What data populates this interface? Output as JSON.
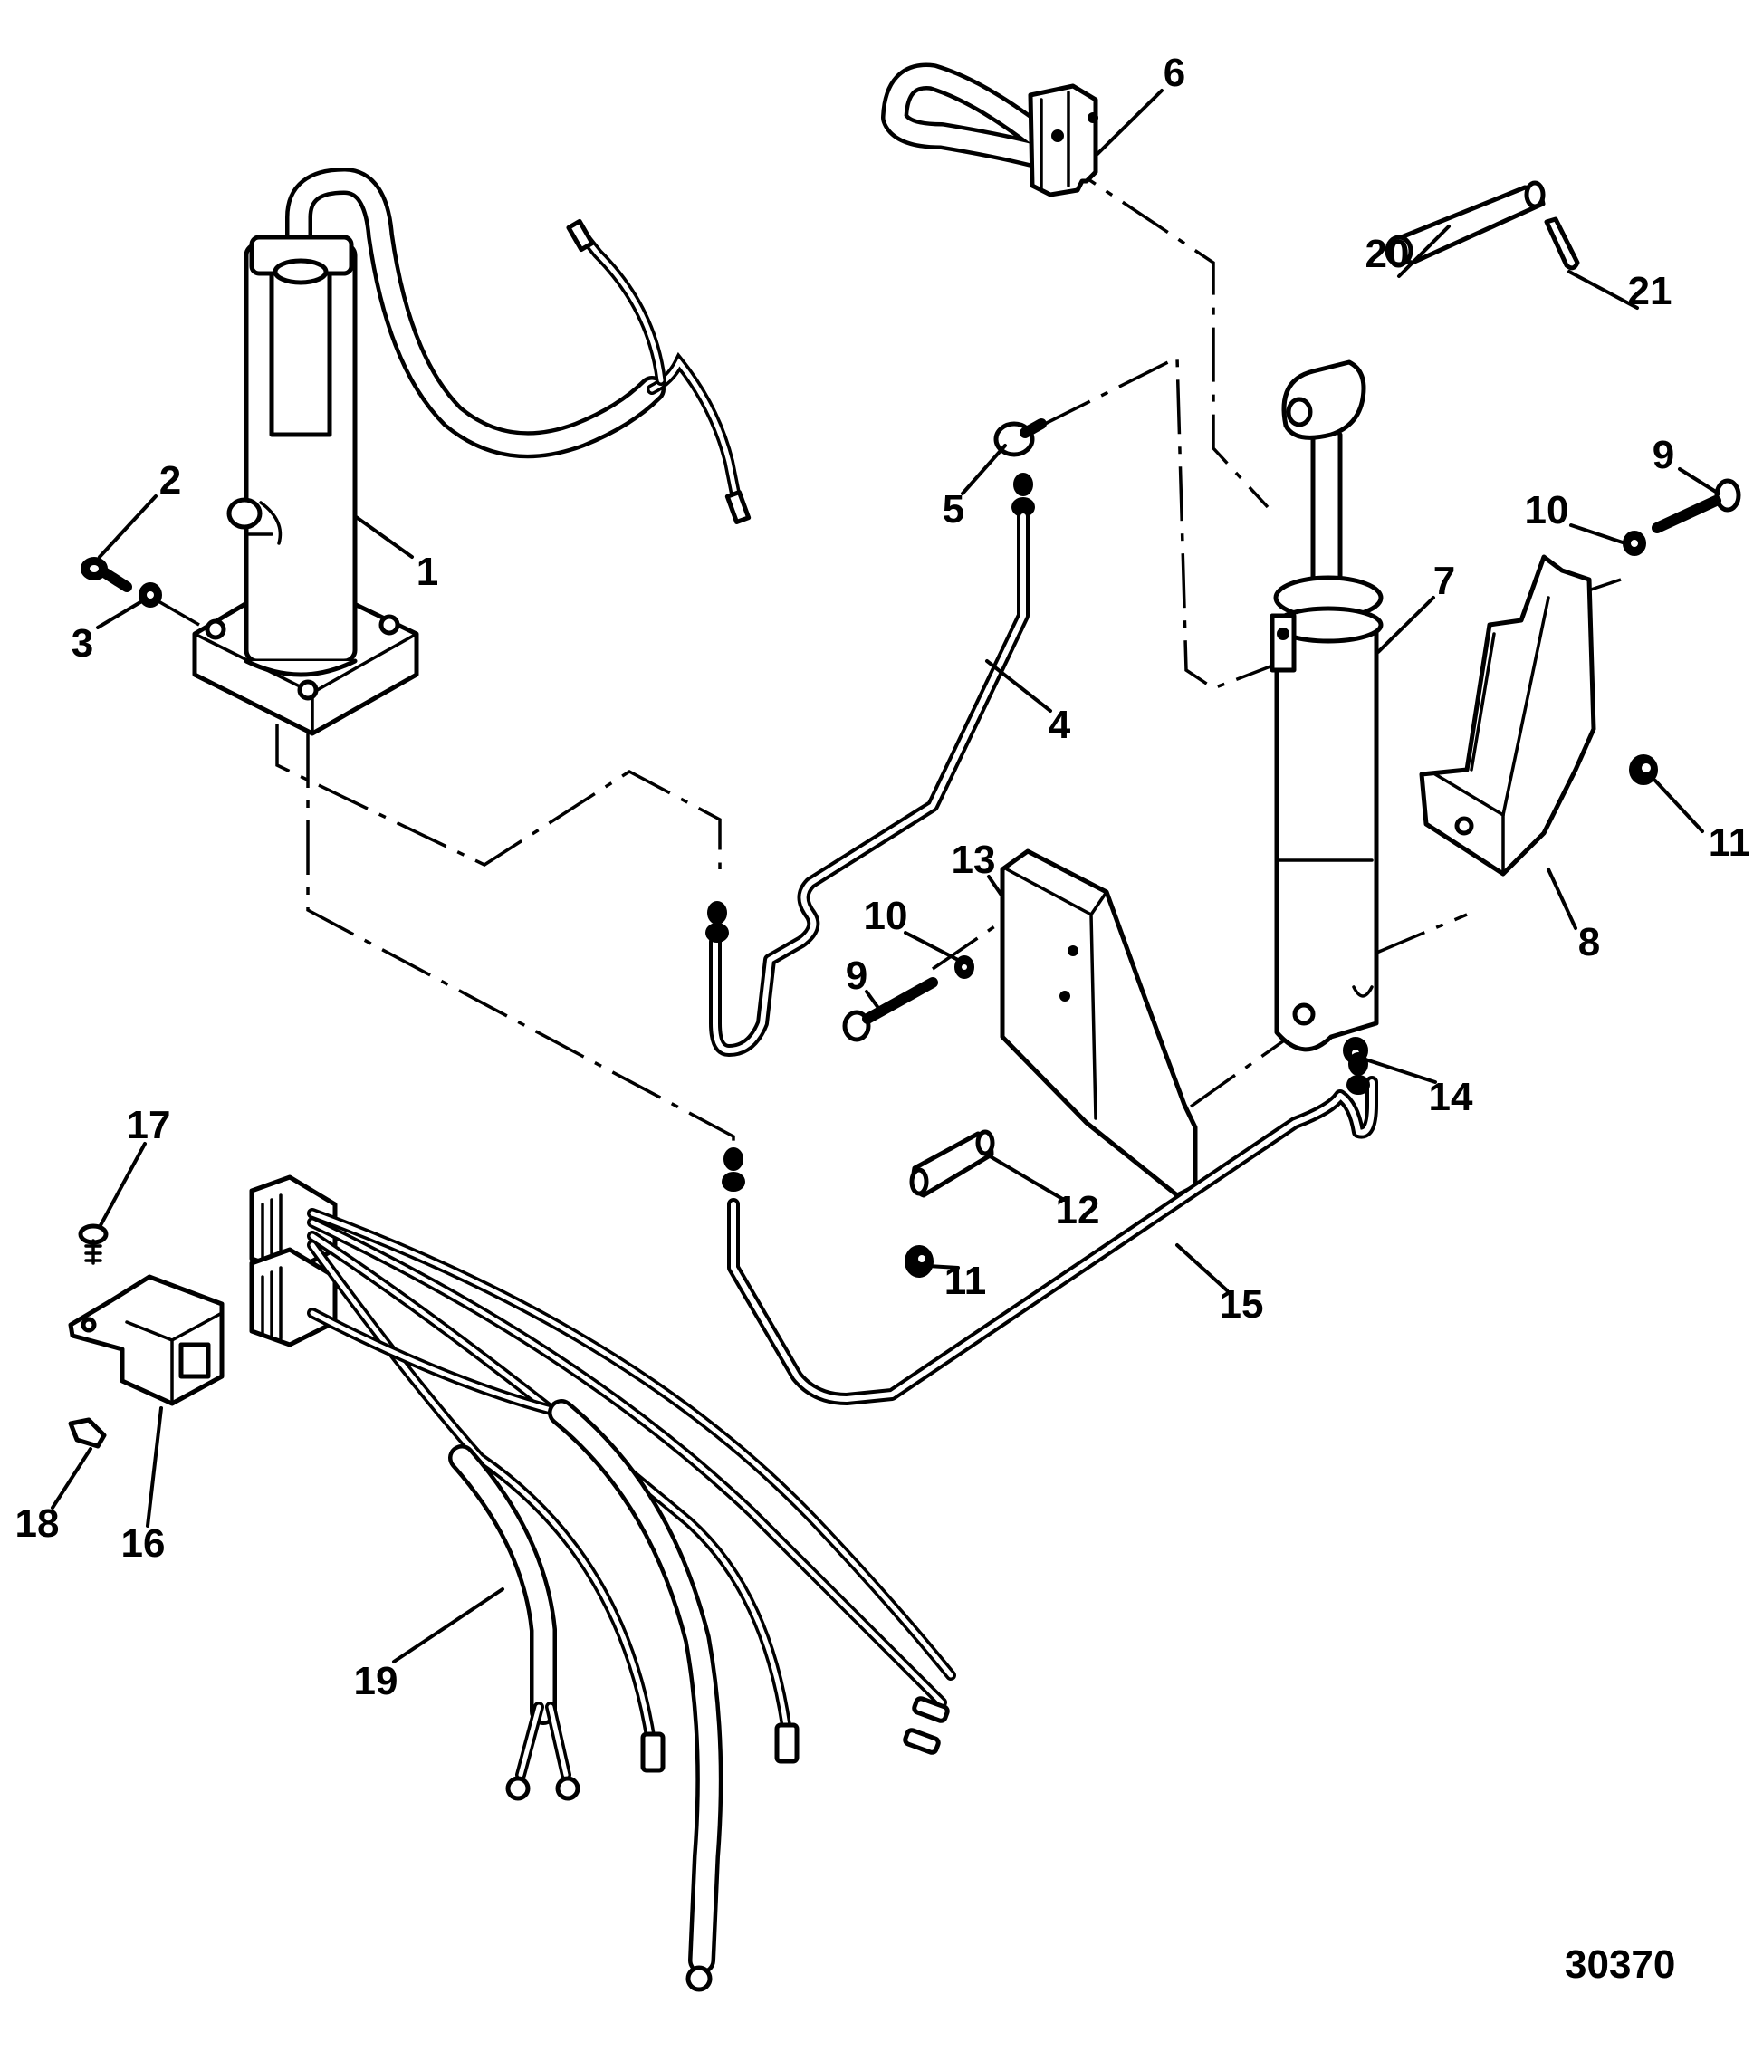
{
  "title": "Power Trim System Exploded Parts View",
  "figure_number": "30370",
  "callouts": [
    {
      "id": "c6",
      "label": "6"
    },
    {
      "id": "c20",
      "label": "20"
    },
    {
      "id": "c21",
      "label": "21"
    },
    {
      "id": "c2",
      "label": "2"
    },
    {
      "id": "c1",
      "label": "1"
    },
    {
      "id": "c5",
      "label": "5"
    },
    {
      "id": "c9a",
      "label": "9"
    },
    {
      "id": "c10a",
      "label": "10"
    },
    {
      "id": "c7",
      "label": "7"
    },
    {
      "id": "c3",
      "label": "3"
    },
    {
      "id": "c4",
      "label": "4"
    },
    {
      "id": "c11a",
      "label": "11"
    },
    {
      "id": "c13",
      "label": "13"
    },
    {
      "id": "c10b",
      "label": "10"
    },
    {
      "id": "c8",
      "label": "8"
    },
    {
      "id": "c9b",
      "label": "9"
    },
    {
      "id": "c14",
      "label": "14"
    },
    {
      "id": "c17",
      "label": "17"
    },
    {
      "id": "c12",
      "label": "12"
    },
    {
      "id": "c11b",
      "label": "11"
    },
    {
      "id": "c15",
      "label": "15"
    },
    {
      "id": "c18",
      "label": "18"
    },
    {
      "id": "c16",
      "label": "16"
    },
    {
      "id": "c19",
      "label": "19"
    }
  ],
  "parts": [
    {
      "number": "1",
      "name": "pump-motor-assembly"
    },
    {
      "number": "2",
      "name": "screw"
    },
    {
      "number": "3",
      "name": "washer"
    },
    {
      "number": "4",
      "name": "hydraulic-hose-up"
    },
    {
      "number": "5",
      "name": "elbow-fitting"
    },
    {
      "number": "6",
      "name": "trim-sender-bracket"
    },
    {
      "number": "7",
      "name": "trim-cylinder"
    },
    {
      "number": "8",
      "name": "mounting-bracket-right"
    },
    {
      "number": "9",
      "name": "bolt"
    },
    {
      "number": "10",
      "name": "washer"
    },
    {
      "number": "11",
      "name": "nut"
    },
    {
      "number": "12",
      "name": "pivot-pin"
    },
    {
      "number": "13",
      "name": "mounting-bracket-left"
    },
    {
      "number": "14",
      "name": "fitting"
    },
    {
      "number": "15",
      "name": "hydraulic-hose-down"
    },
    {
      "number": "16",
      "name": "relay"
    },
    {
      "number": "17",
      "name": "screw"
    },
    {
      "number": "18",
      "name": "clip"
    },
    {
      "number": "19",
      "name": "wiring-harness"
    },
    {
      "number": "20",
      "name": "pin"
    },
    {
      "number": "21",
      "name": "cotter-pin"
    }
  ]
}
